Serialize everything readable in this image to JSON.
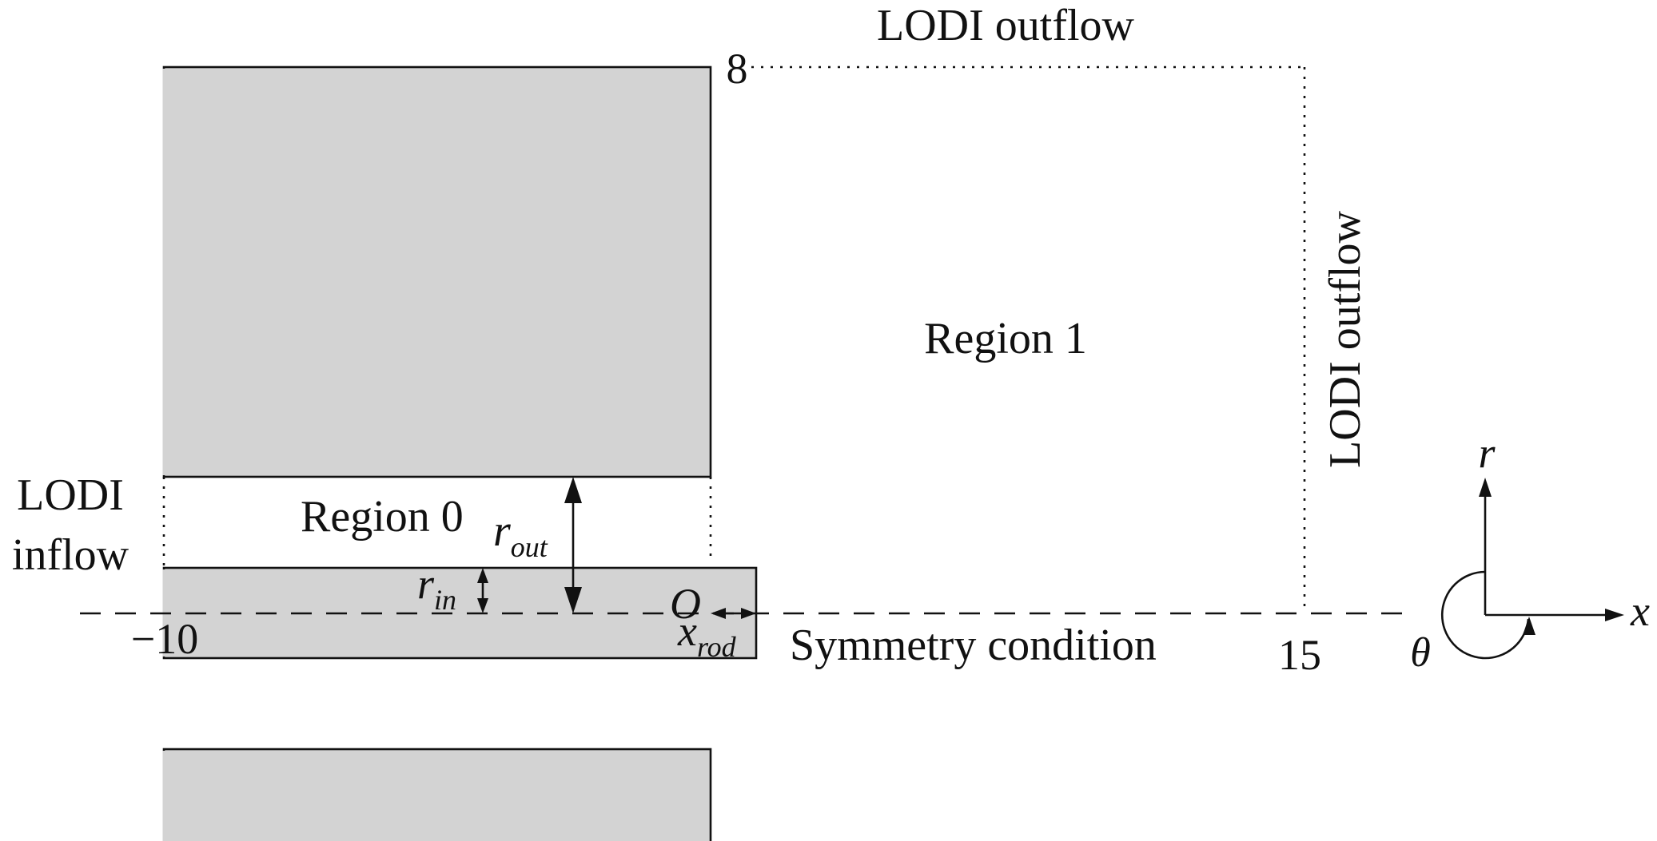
{
  "labels": {
    "top_outflow": "LODI outflow",
    "right_outflow": "LODI outflow",
    "inflow_line1": "LODI",
    "inflow_line2": "inflow",
    "region0": "Region 0",
    "region1": "Region 1",
    "symmetry": "Symmetry condition",
    "origin": "O"
  },
  "symbols": {
    "r_out": {
      "base": "r",
      "sub": "out"
    },
    "r_in": {
      "base": "r",
      "sub": "in"
    },
    "x_rod": {
      "base": "x",
      "sub": "rod"
    }
  },
  "ticks": {
    "top": "8",
    "left": "−10",
    "right": "15"
  },
  "axes": {
    "r": "r",
    "x": "x",
    "theta": "θ"
  },
  "colors": {
    "solid_fill": "#d3d3d3",
    "line": "#111111"
  }
}
